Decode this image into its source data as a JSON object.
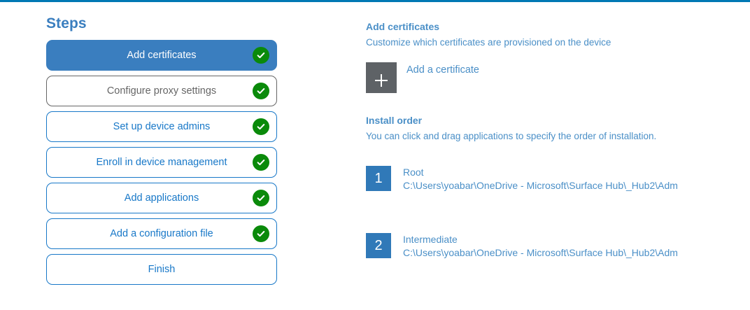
{
  "theme": {
    "accent_blue": "#0078b4",
    "active_step_bg": "#3a7ebf",
    "step_border": "#1878c8",
    "focused_step": "#666666",
    "check_green": "#0a8a0a",
    "badge_blue": "#3079b8",
    "plus_gray": "#5e6266",
    "link_blue": "#4a8fc7"
  },
  "steps_panel": {
    "heading": "Steps",
    "items": [
      {
        "label": "Add certificates",
        "state": "active",
        "completed": true
      },
      {
        "label": "Configure proxy settings",
        "state": "focused",
        "completed": true
      },
      {
        "label": "Set up device admins",
        "state": "normal",
        "completed": true
      },
      {
        "label": "Enroll in device management",
        "state": "normal",
        "completed": true
      },
      {
        "label": "Add applications",
        "state": "normal",
        "completed": true
      },
      {
        "label": "Add a configuration file",
        "state": "normal",
        "completed": true
      },
      {
        "label": "Finish",
        "state": "normal",
        "completed": false
      }
    ]
  },
  "detail": {
    "certificates": {
      "title": "Add certificates",
      "subtitle": "Customize which certificates are provisioned on the device",
      "add_icon": "plus-icon",
      "add_label": "Add a certificate"
    },
    "install_order": {
      "title": "Install order",
      "subtitle": "You can click and drag applications to specify the order of installation.",
      "items": [
        {
          "number": "1",
          "name": "Root",
          "path": "C:\\Users\\yoabar\\OneDrive - Microsoft\\Surface Hub\\_Hub2\\Adm"
        },
        {
          "number": "2",
          "name": "Intermediate",
          "path": "C:\\Users\\yoabar\\OneDrive - Microsoft\\Surface Hub\\_Hub2\\Adm"
        }
      ]
    }
  }
}
